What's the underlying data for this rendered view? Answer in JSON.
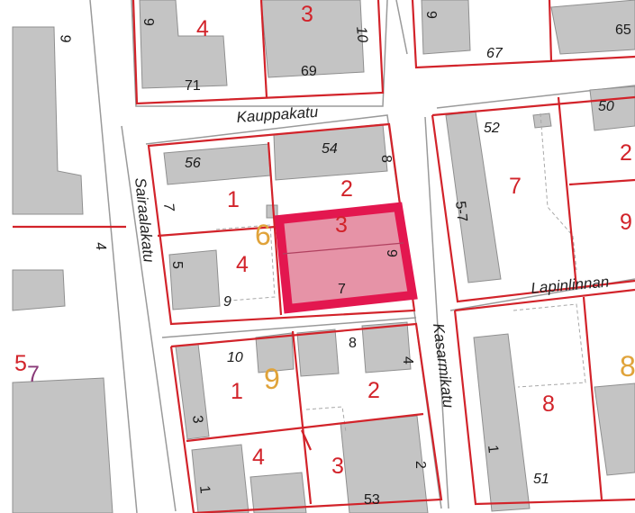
{
  "streets": {
    "kauppakatu": "Kauppakatu",
    "sairaalakatu": "Sairaalakatu",
    "kasarmikatu": "Kasarmikatu",
    "lapinlinnan": "Lapinlinnan"
  },
  "block_numbers": {
    "top_left_4": "4",
    "top_mid_3": "3",
    "b1_1": "1",
    "b1_2": "2",
    "b1_3": "3",
    "b1_4": "4",
    "b1_6": "6",
    "right_7": "7",
    "right_2": "2",
    "right_9": "9",
    "b2_1": "1",
    "b2_2": "2",
    "b2_9": "9",
    "bottom_4": "4",
    "bottom_3": "3",
    "right_8": "8",
    "right_8_orange": "8",
    "left_5": "5",
    "left_7": "7"
  },
  "address_numbers": {
    "a_9_top": "9",
    "a_71": "71",
    "a_69": "69",
    "a_10_top": "10",
    "a_9_rot": "9",
    "a_67": "67",
    "a_65": "65",
    "a_9_farleft": "9",
    "a_56": "56",
    "a_54": "54",
    "a_8_rot": "8",
    "a_7_rot": "7",
    "a_5_rot": "5",
    "a_9_b1": "9",
    "a_9_hl": "9",
    "a_7_hl": "7",
    "a_52": "52",
    "a_50": "50",
    "a_5_7": "5-7",
    "a_4_left": "4",
    "a_10_b2": "10",
    "a_8_b2": "8",
    "a_4_b2": "4",
    "a_3_b2": "3",
    "a_2_bottom": "2",
    "a_53": "53",
    "a_1_bottom": "1",
    "a_1_right": "1",
    "a_51": "51"
  },
  "colors": {
    "background": "#ffffff",
    "building": "#c4c4c4",
    "building_edge": "#8f8f8f",
    "property_line": "#d2232a",
    "street_edge": "#9a9a9a",
    "highlight_fill": "#dc6a85",
    "highlight_border": "#e3174f",
    "orange_label": "#e0a33a",
    "purple_label": "#8a3a78"
  },
  "icons": {
    "highlighted_plot": "highlighted-plot-icon"
  }
}
